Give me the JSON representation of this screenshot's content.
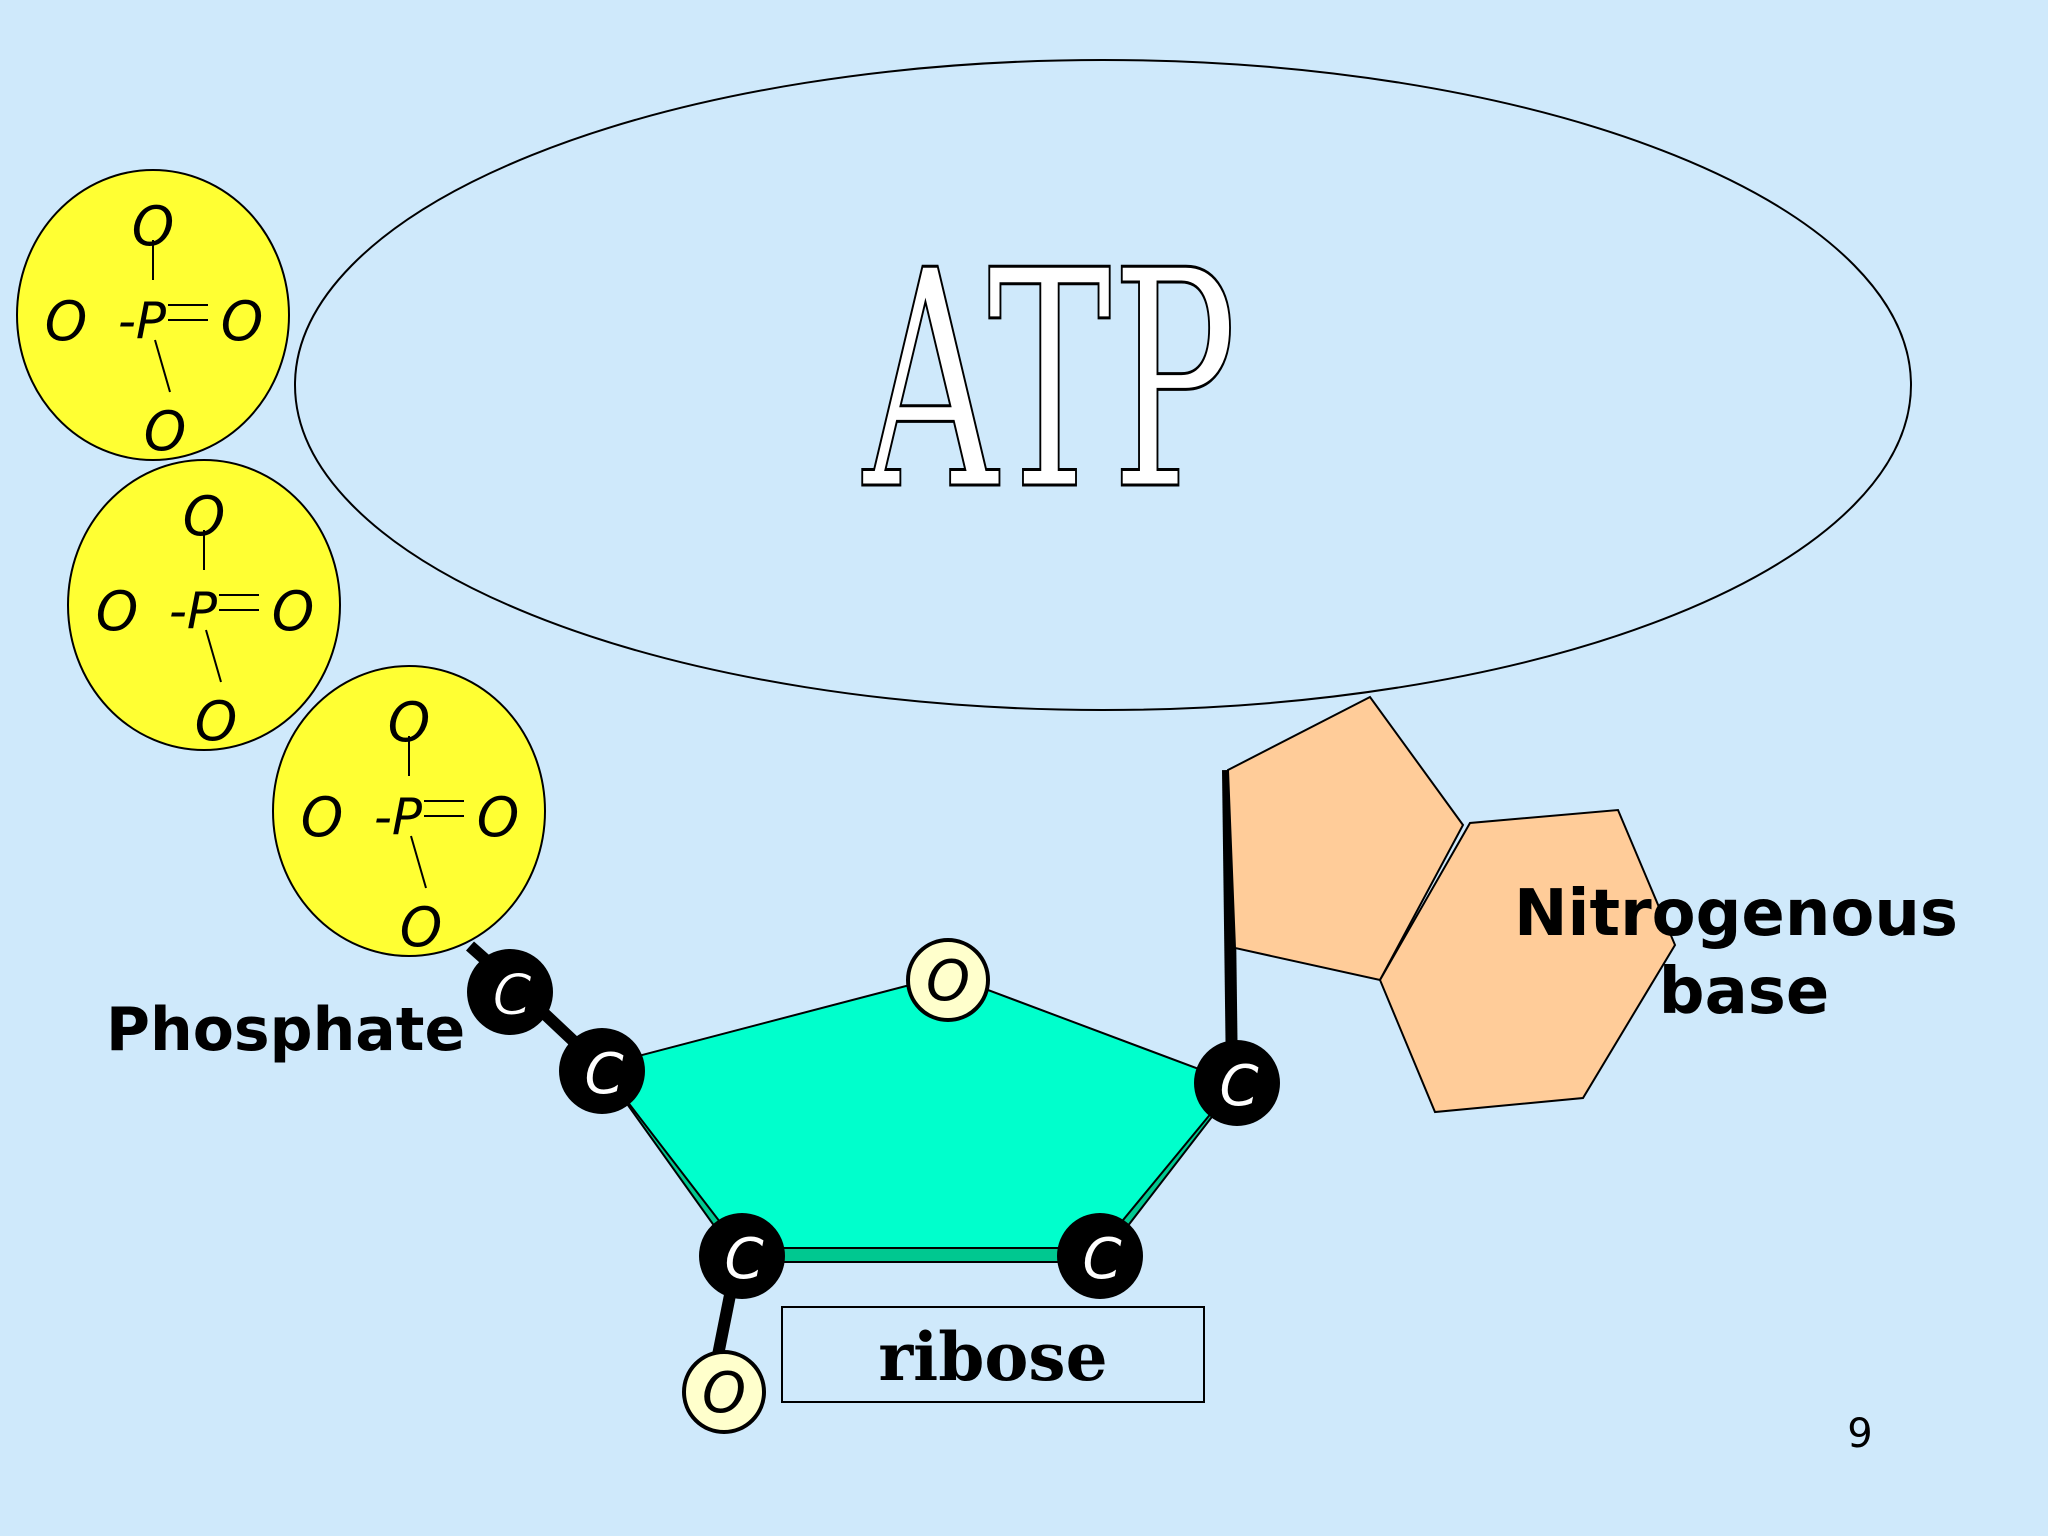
{
  "slide": {
    "title": "ATP",
    "page_number": "9"
  },
  "labels": {
    "phosphate": "Phosphate",
    "nitrogenous_base_line1": "Nitrogenous",
    "nitrogenous_base_line2": "base",
    "ribose": "ribose"
  },
  "phosphate_group": {
    "top_oxygen": "O",
    "left_oxygen": "O",
    "phosphorus": "-P",
    "right_oxygen": "O",
    "bottom_oxygen": "O"
  },
  "ring_atoms": {
    "ring_oxygen": "O",
    "carbon": "C",
    "hydroxyl_oxygen": "O"
  },
  "colors": {
    "background": "#cfe9fb",
    "phosphate_fill": "#ffff33",
    "ribose_fill": "#00ffcc",
    "ribose_side": "#00c890",
    "base_fill": "#ffcc99",
    "carbon_fill": "#000000",
    "oxygen_fill": "#ffffcc",
    "title_oval_fill": "#cfe9fb"
  }
}
